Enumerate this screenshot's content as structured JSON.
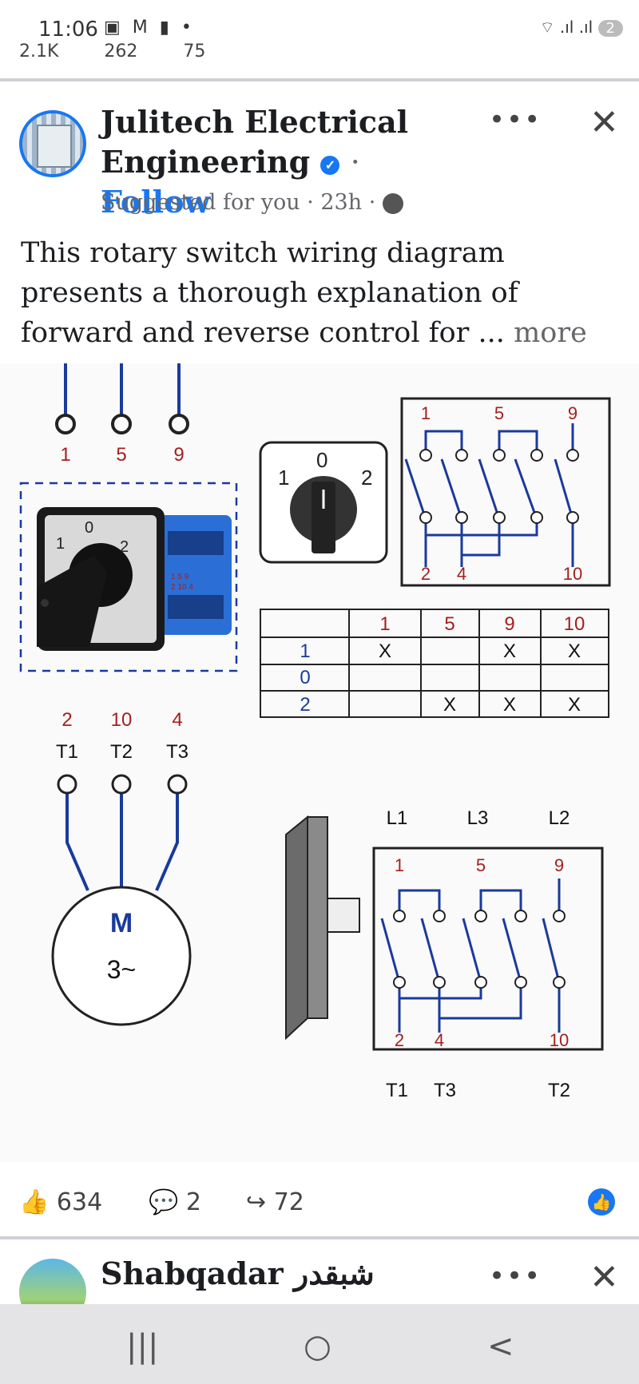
{
  "status_bar": {
    "time": "11:06",
    "notif_icons": "▣ M ▮ •",
    "signal": "⌔ .ıl .ıl",
    "badge": "2"
  },
  "previous_post": {
    "likes": "2.1K",
    "comments": "262",
    "shares": "75"
  },
  "post": {
    "page_name": "Julitech Electrical Engineering",
    "verified": "✓",
    "follow_label": "Follow",
    "meta": "Suggested for you · 23h ·",
    "text": "This rotary switch wiring diagram presents a thorough explanation of forward and reverse control for",
    "ellipsis": "...",
    "more_label": "more",
    "more_menu": "•••",
    "close_label": "✕",
    "reactions": {
      "likes": "634",
      "comments": "2",
      "shares": "72"
    }
  },
  "diagram": {
    "top_terminals": [
      "1",
      "5",
      "9"
    ],
    "switch_positions": [
      "1",
      "0",
      "2"
    ],
    "switch_label_small": [
      "1 5 9",
      "2 10 4"
    ],
    "contact_top": [
      "1",
      "5",
      "9"
    ],
    "contact_bottom": [
      "2",
      "4",
      "10"
    ],
    "table": {
      "headers": [
        "",
        "1",
        "5",
        "9",
        "10"
      ],
      "rows": [
        [
          "1",
          "X",
          "",
          "X",
          "X"
        ],
        [
          "0",
          "",
          "",
          "",
          ""
        ],
        [
          "2",
          "",
          "X",
          "X",
          "X"
        ]
      ]
    },
    "output_numbers": [
      "2",
      "10",
      "4"
    ],
    "output_labels": [
      "T1",
      "T2",
      "T3"
    ],
    "motor": {
      "label": "M",
      "sub": "3~"
    },
    "line_labels": [
      "L1",
      "L3",
      "L2"
    ],
    "load_labels": [
      "T1",
      "T3",
      "T2"
    ],
    "colors": {
      "wire": "#1a3a9c",
      "red_number": "#a3201f"
    }
  },
  "next_post": {
    "page_name": "Shabqadar شبقدر",
    "more_menu": "•••",
    "close_label": "✕"
  },
  "navbar": {
    "recents": "|||",
    "home": "○",
    "back": "<"
  }
}
